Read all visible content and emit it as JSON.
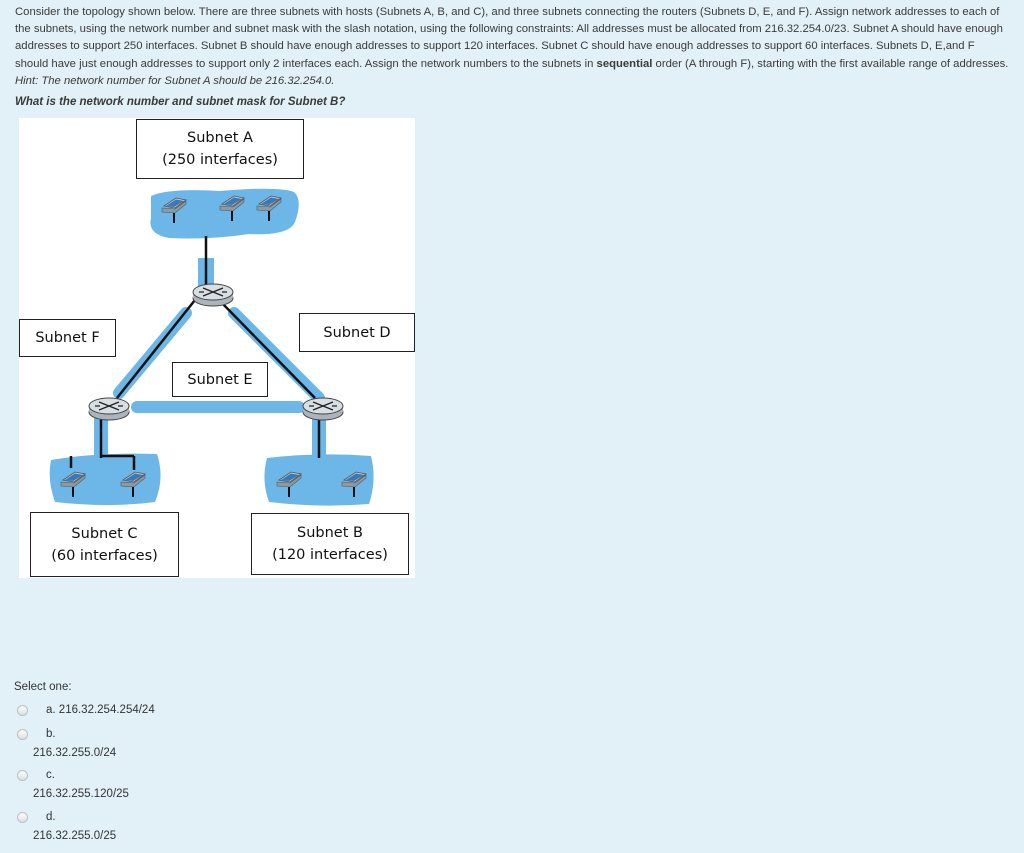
{
  "question": {
    "text_part1": "Consider the topology shown below.  There are three subnets with hosts (Subnets A, B, and C), and three subnets connecting the routers (Subnets D, E, and F). Assign network addresses to each of the subnets, using the network number and subnet mask with the slash notation, using the following constraints: All addresses must be allocated from 216.32.254.0/23. Subnet A should have enough addresses to support 250 interfaces. Subnet B should have enough addresses to support 120 interfaces. Subnet C should have enough addresses to support 60 interfaces. Subnets D, E,and F should have just enough addresses to support only 2 interfaces each. Assign the network numbers to the subnets in ",
    "bold_word": "sequential",
    "text_part2": " order (A through F), starting with the first available range of addresses. ",
    "hint": "Hint: The network number for Subnet A should be 216.32.254.0.",
    "ask": "What is the network number and subnet mask for Subnet B?"
  },
  "figure": {
    "subnet_a": {
      "line1": "Subnet A",
      "line2": "(250 interfaces)"
    },
    "subnet_b": {
      "line1": "Subnet B",
      "line2": "(120 interfaces)"
    },
    "subnet_c": {
      "line1": "Subnet C",
      "line2": "(60 interfaces)"
    },
    "subnet_d": "Subnet D",
    "subnet_e": "Subnet E",
    "subnet_f": "Subnet F",
    "colors": {
      "cloud": "#6db6e8",
      "router": "#c9d2d8"
    }
  },
  "select_label": "Select one:",
  "options": [
    {
      "letter": "a.",
      "value": "216.32.254.254/24"
    },
    {
      "letter": "b.",
      "value": "216.32.255.0/24"
    },
    {
      "letter": "c.",
      "value": "216.32.255.120/25"
    },
    {
      "letter": "d.",
      "value": "216.32.255.0/25"
    }
  ]
}
